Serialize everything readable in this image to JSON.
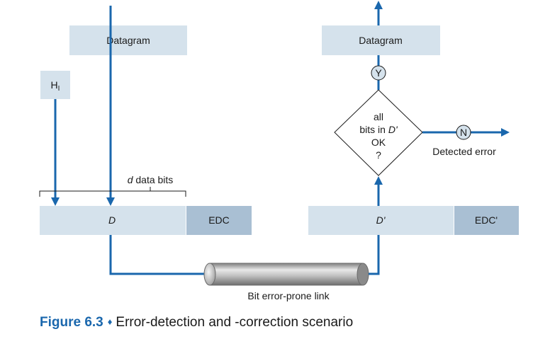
{
  "figure": {
    "number": "Figure 6.3",
    "separator": "♦",
    "title": "Error-detection and -correction scenario"
  },
  "sender": {
    "datagram_label": "Datagram",
    "header_label": "H",
    "header_subscript": "I",
    "data_bits_italic": "d",
    "data_bits_rest": " data bits",
    "data_label": "D",
    "edc_label": "EDC"
  },
  "receiver": {
    "datagram_label": "Datagram",
    "yes_label": "Y",
    "no_label": "N",
    "decision_line1": "all",
    "decision_line2_prefix": "bits in ",
    "decision_line2_var": "D'",
    "decision_line3": "OK",
    "decision_line4": "?",
    "detected_error_label": "Detected error",
    "data_label": "D'",
    "edc_label": "EDC'"
  },
  "link": {
    "label": "Bit error-prone link"
  },
  "colors": {
    "arrow_blue": "#1a67ad",
    "light_box": "#d5e2ec",
    "dark_box": "#a9bfd3"
  }
}
